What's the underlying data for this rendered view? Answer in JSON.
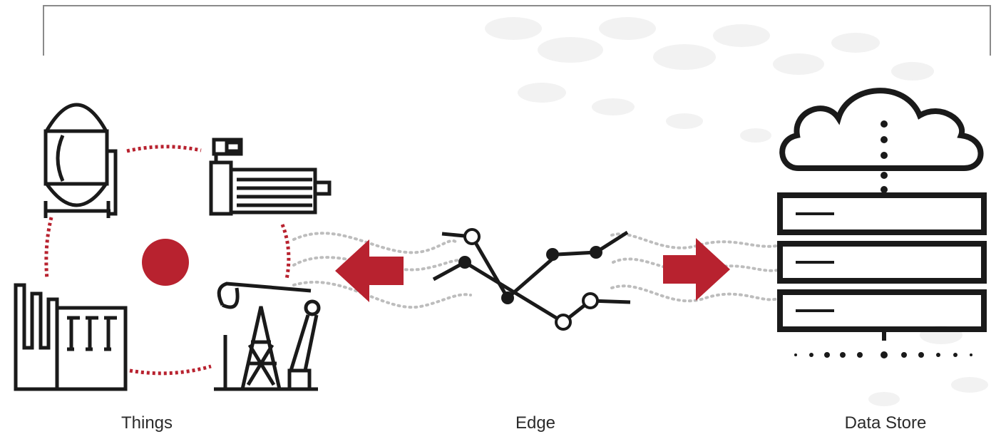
{
  "colors": {
    "accent_red": "#b8222f",
    "line_black": "#1a1a1a",
    "dot_gray": "#bdbdbd",
    "bg_pattern": "#f1f1f1"
  },
  "labels": {
    "things": "Things",
    "edge": "Edge",
    "data_store": "Data Store"
  },
  "icons": {
    "tank": "tank-icon",
    "motor": "motor-icon",
    "factory": "factory-icon",
    "pump_jack": "pump-jack-icon",
    "edge_network": "network-graph-icon",
    "cloud": "cloud-icon",
    "server_rack": "server-rack-icon",
    "arrow_left": "arrow-left-icon",
    "arrow_right": "arrow-right-icon"
  }
}
